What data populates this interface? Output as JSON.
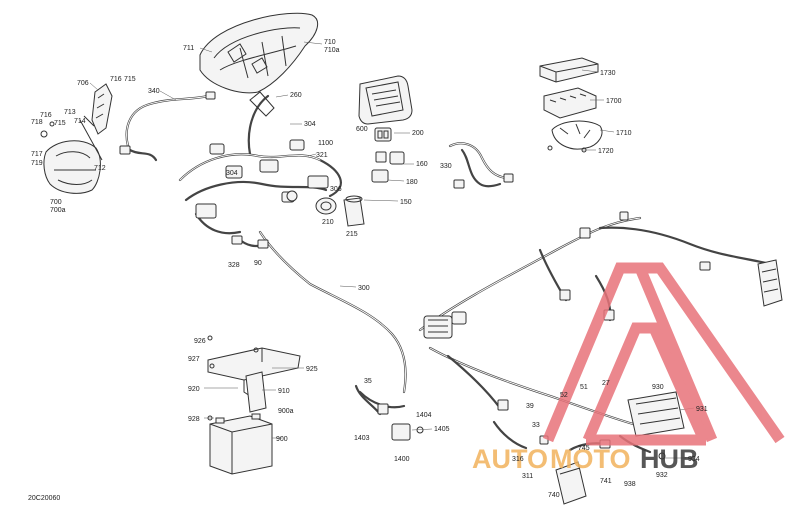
{
  "diagram": {
    "code": "20C20060",
    "colors": {
      "watermark_red": "#e8737a",
      "watermark_orange": "#f2b25c",
      "watermark_dark": "#3a3a3a"
    },
    "callouts": [
      {
        "id": "c711",
        "text": "711"
      },
      {
        "id": "c710",
        "text": "710"
      },
      {
        "id": "c710a",
        "text": "710a"
      },
      {
        "id": "c706",
        "text": "706"
      },
      {
        "id": "c716a",
        "text": "716"
      },
      {
        "id": "c715a",
        "text": "715"
      },
      {
        "id": "c340",
        "text": "340"
      },
      {
        "id": "c260",
        "text": "260"
      },
      {
        "id": "c716b",
        "text": "716"
      },
      {
        "id": "c713",
        "text": "713"
      },
      {
        "id": "c715b",
        "text": "715"
      },
      {
        "id": "c714",
        "text": "714"
      },
      {
        "id": "c718",
        "text": "718"
      },
      {
        "id": "c717",
        "text": "717"
      },
      {
        "id": "c719",
        "text": "719"
      },
      {
        "id": "c712",
        "text": "712"
      },
      {
        "id": "c700",
        "text": "700"
      },
      {
        "id": "c700a",
        "text": "700a"
      },
      {
        "id": "c600",
        "text": "600"
      },
      {
        "id": "c200",
        "text": "200"
      },
      {
        "id": "c304a",
        "text": "304"
      },
      {
        "id": "c1100",
        "text": "1100"
      },
      {
        "id": "c321",
        "text": "321"
      },
      {
        "id": "c304b",
        "text": "304"
      },
      {
        "id": "c306",
        "text": "306"
      },
      {
        "id": "c210",
        "text": "210"
      },
      {
        "id": "c215",
        "text": "215"
      },
      {
        "id": "c150",
        "text": "150"
      },
      {
        "id": "c160",
        "text": "160"
      },
      {
        "id": "c180",
        "text": "180"
      },
      {
        "id": "c330",
        "text": "330"
      },
      {
        "id": "c328",
        "text": "328"
      },
      {
        "id": "c90",
        "text": "90"
      },
      {
        "id": "c300",
        "text": "300"
      },
      {
        "id": "c1730",
        "text": "1730"
      },
      {
        "id": "c1700",
        "text": "1700"
      },
      {
        "id": "c1710",
        "text": "1710"
      },
      {
        "id": "c1720",
        "text": "1720"
      },
      {
        "id": "c926",
        "text": "926"
      },
      {
        "id": "c927",
        "text": "927"
      },
      {
        "id": "c925",
        "text": "925"
      },
      {
        "id": "c920",
        "text": "920"
      },
      {
        "id": "c910",
        "text": "910"
      },
      {
        "id": "c900a",
        "text": "900a"
      },
      {
        "id": "c928",
        "text": "928"
      },
      {
        "id": "c900",
        "text": "900"
      },
      {
        "id": "c35",
        "text": "35"
      },
      {
        "id": "c1404",
        "text": "1404"
      },
      {
        "id": "c1403",
        "text": "1403"
      },
      {
        "id": "c1405",
        "text": "1405"
      },
      {
        "id": "c1400",
        "text": "1400"
      },
      {
        "id": "c39",
        "text": "39"
      },
      {
        "id": "c33",
        "text": "33"
      },
      {
        "id": "c316",
        "text": "316"
      },
      {
        "id": "c311",
        "text": "311"
      },
      {
        "id": "c52",
        "text": "52"
      },
      {
        "id": "c51",
        "text": "51"
      },
      {
        "id": "c27",
        "text": "27"
      },
      {
        "id": "c930",
        "text": "930"
      },
      {
        "id": "c931",
        "text": "931"
      },
      {
        "id": "c745",
        "text": "745"
      },
      {
        "id": "c741",
        "text": "741"
      },
      {
        "id": "c938",
        "text": "938"
      },
      {
        "id": "c932",
        "text": "932"
      },
      {
        "id": "c934",
        "text": "934"
      },
      {
        "id": "c740",
        "text": "740"
      }
    ]
  },
  "watermark": {
    "part1": "AUTO",
    "part2": "MOTO",
    "part3": "HUB"
  }
}
